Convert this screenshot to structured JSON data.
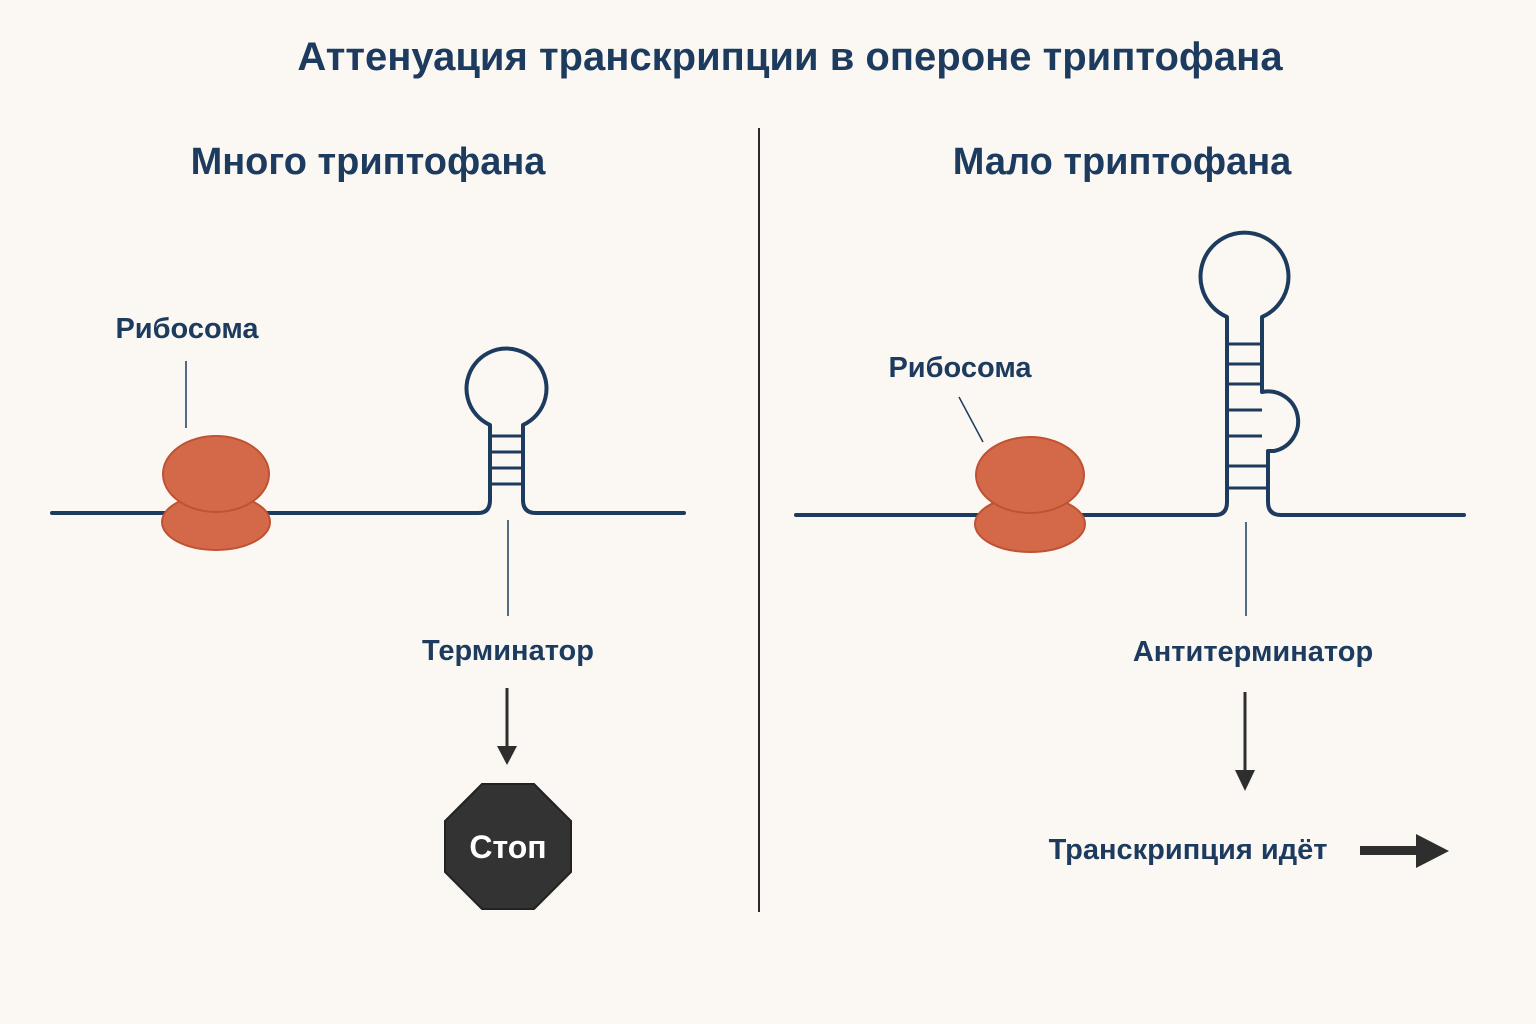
{
  "title": "Аттенуация транскрипции в опероне триптофана",
  "panels": {
    "left": {
      "heading": "Много триптофана",
      "ribosome_label": "Рибосома",
      "structure_label": "Терминатор",
      "outcome_label": "Стоп"
    },
    "right": {
      "heading": "Мало триптофана",
      "ribosome_label": "Рибосома",
      "structure_label": "Антитерминатор",
      "outcome_label": "Транскрипция идёт"
    }
  },
  "icons": {
    "stop": "stop-sign-icon",
    "continue": "right-arrow-icon"
  },
  "colors": {
    "rna_strand": "#1c3b5e",
    "ribosome": "#d4694a",
    "stop_sign": "#333333",
    "text": "#1c3b5e",
    "background": "#fbf8f3"
  }
}
